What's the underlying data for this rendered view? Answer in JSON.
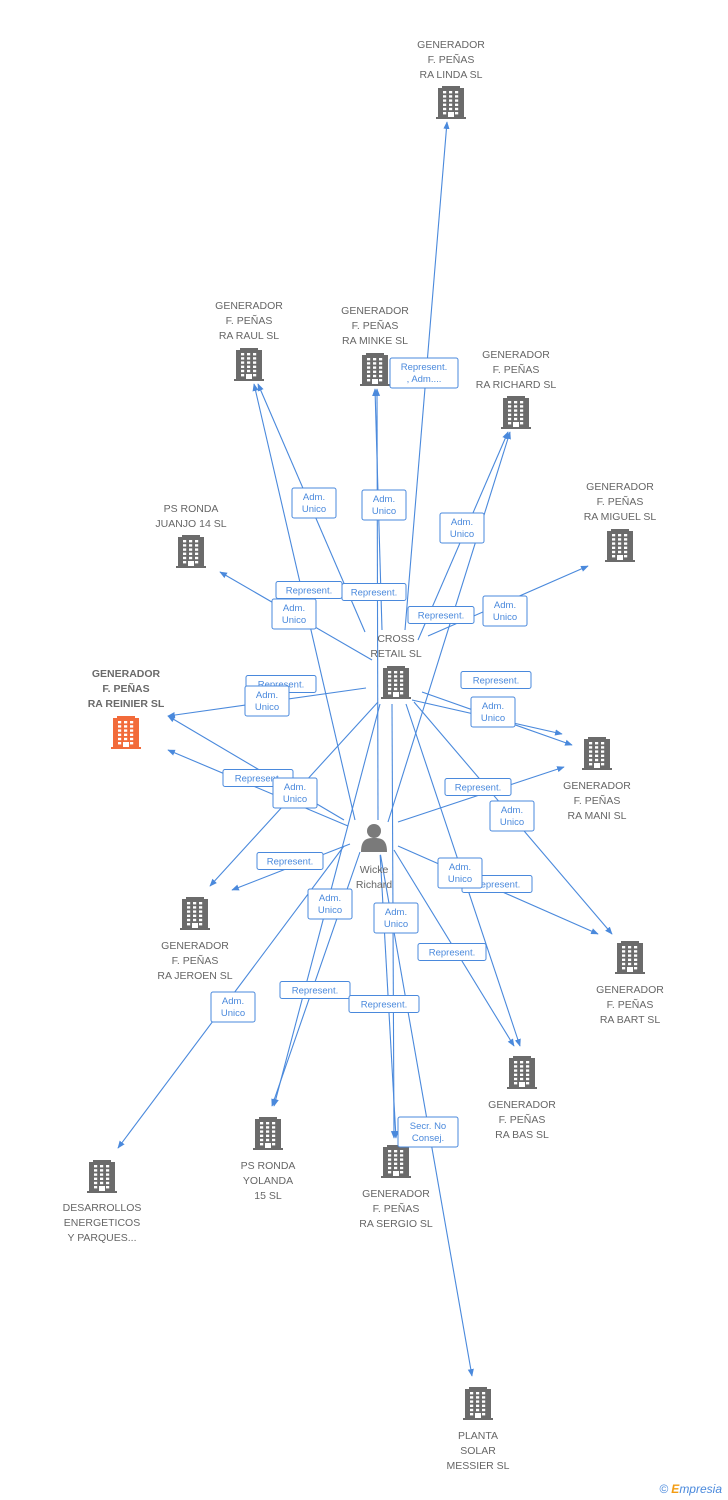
{
  "colors": {
    "edge": "#4a89dc",
    "company": "#6b6b6b",
    "highlight": "#f26b3a",
    "person": "#7a7a7a"
  },
  "footer": {
    "copyright_symbol": "©",
    "brand_initial": "E",
    "brand_rest": "mpresia"
  },
  "nodes": [
    {
      "id": "linda",
      "type": "company",
      "label": [
        "GENERADOR",
        "F. PEÑAS",
        "RA LINDA SL"
      ]
    },
    {
      "id": "raul",
      "type": "company",
      "label": [
        "GENERADOR",
        "F. PEÑAS",
        "RA RAUL SL"
      ]
    },
    {
      "id": "minke",
      "type": "company",
      "label": [
        "GENERADOR",
        "F. PEÑAS",
        "RA MINKE SL"
      ]
    },
    {
      "id": "richard",
      "type": "company",
      "label": [
        "GENERADOR",
        "F. PEÑAS",
        "RA RICHARD SL"
      ]
    },
    {
      "id": "miguel",
      "type": "company",
      "label": [
        "GENERADOR",
        "F. PEÑAS",
        "RA MIGUEL SL"
      ]
    },
    {
      "id": "juanjo",
      "type": "company",
      "label": [
        "PS RONDA",
        "JUANJO 14 SL"
      ]
    },
    {
      "id": "reinier",
      "type": "company",
      "highlight": true,
      "label": [
        "GENERADOR",
        "F. PEÑAS",
        "RA REINIER SL"
      ]
    },
    {
      "id": "cross",
      "type": "company",
      "label": [
        "CROSS",
        "RETAIL  SL"
      ]
    },
    {
      "id": "mani",
      "type": "company",
      "label": [
        "GENERADOR",
        "F. PEÑAS",
        "RA MANI SL"
      ]
    },
    {
      "id": "wicke",
      "type": "person",
      "label": [
        "Wicke",
        "Richard"
      ]
    },
    {
      "id": "jeroen",
      "type": "company",
      "label": [
        "GENERADOR",
        "F. PEÑAS",
        "RA JEROEN SL"
      ]
    },
    {
      "id": "bart",
      "type": "company",
      "label": [
        "GENERADOR",
        "F. PEÑAS",
        "RA BART SL"
      ]
    },
    {
      "id": "bas",
      "type": "company",
      "label": [
        "GENERADOR",
        "F. PEÑAS",
        "RA BAS SL"
      ]
    },
    {
      "id": "yolanda",
      "type": "company",
      "label": [
        "PS RONDA",
        "YOLANDA",
        "15 SL"
      ]
    },
    {
      "id": "sergio",
      "type": "company",
      "label": [
        "GENERADOR",
        "F. PEÑAS",
        "RA SERGIO SL"
      ]
    },
    {
      "id": "desarrollos",
      "type": "company",
      "label": [
        "DESARROLLOS",
        "ENERGETICOS",
        "Y PARQUES..."
      ]
    },
    {
      "id": "planta",
      "type": "company",
      "label": [
        "PLANTA",
        "SOLAR",
        "MESSIER SL"
      ]
    }
  ],
  "edges": [
    {
      "from": "cross",
      "to": "linda",
      "label": [
        "Represent.",
        ", Adm...."
      ]
    },
    {
      "from": "cross",
      "to": "raul",
      "label": [
        "Represent."
      ]
    },
    {
      "from": "wicke",
      "to": "raul",
      "label": [
        "Adm.",
        "Unico"
      ]
    },
    {
      "from": "cross",
      "to": "minke",
      "label": [
        "Represent."
      ]
    },
    {
      "from": "wicke",
      "to": "minke",
      "label": [
        "Adm.",
        "Unico"
      ]
    },
    {
      "from": "cross",
      "to": "richard",
      "label": [
        "Represent."
      ]
    },
    {
      "from": "wicke",
      "to": "richard",
      "label": [
        "Adm.",
        "Unico"
      ]
    },
    {
      "from": "cross",
      "to": "miguel",
      "label": [
        "Adm.",
        "Unico"
      ]
    },
    {
      "from": "cross",
      "to": "juanjo",
      "label": [
        "Adm.",
        "Unico"
      ]
    },
    {
      "from": "cross",
      "to": "reinier",
      "label": [
        "Represent."
      ]
    },
    {
      "from": "wicke",
      "to": "reinier",
      "label": [
        "Adm.",
        "Unico"
      ]
    },
    {
      "from": "wicke",
      "to": "reinier",
      "label": [
        "Represent."
      ]
    },
    {
      "from": "cross",
      "to": "mani",
      "label": [
        "Adm.",
        "Unico"
      ]
    },
    {
      "from": "cross",
      "to": "mani",
      "label": [
        "Represent."
      ]
    },
    {
      "from": "wicke",
      "to": "mani",
      "label": [
        "Represent."
      ]
    },
    {
      "from": "cross",
      "to": "jeroen",
      "label": [
        "Adm.",
        "Unico"
      ]
    },
    {
      "from": "wicke",
      "to": "jeroen",
      "label": [
        "Represent."
      ]
    },
    {
      "from": "cross",
      "to": "bart",
      "label": [
        "Adm.",
        "Unico"
      ]
    },
    {
      "from": "wicke",
      "to": "bart",
      "label": [
        "Represent."
      ]
    },
    {
      "from": "cross",
      "to": "bas",
      "label": [
        "Represent."
      ]
    },
    {
      "from": "wicke",
      "to": "bas",
      "label": [
        "Adm.",
        "Unico"
      ]
    },
    {
      "from": "cross",
      "to": "yolanda",
      "label": [
        "Represent."
      ]
    },
    {
      "from": "wicke",
      "to": "yolanda",
      "label": [
        "Adm.",
        "Unico"
      ]
    },
    {
      "from": "cross",
      "to": "sergio",
      "label": [
        "Represent."
      ]
    },
    {
      "from": "wicke",
      "to": "sergio",
      "label": [
        "Adm.",
        "Unico"
      ]
    },
    {
      "from": "wicke",
      "to": "desarrollos",
      "label": [
        "Adm.",
        "Unico"
      ]
    },
    {
      "from": "wicke",
      "to": "planta",
      "label": [
        "Secr.  No",
        "Consej."
      ]
    }
  ]
}
